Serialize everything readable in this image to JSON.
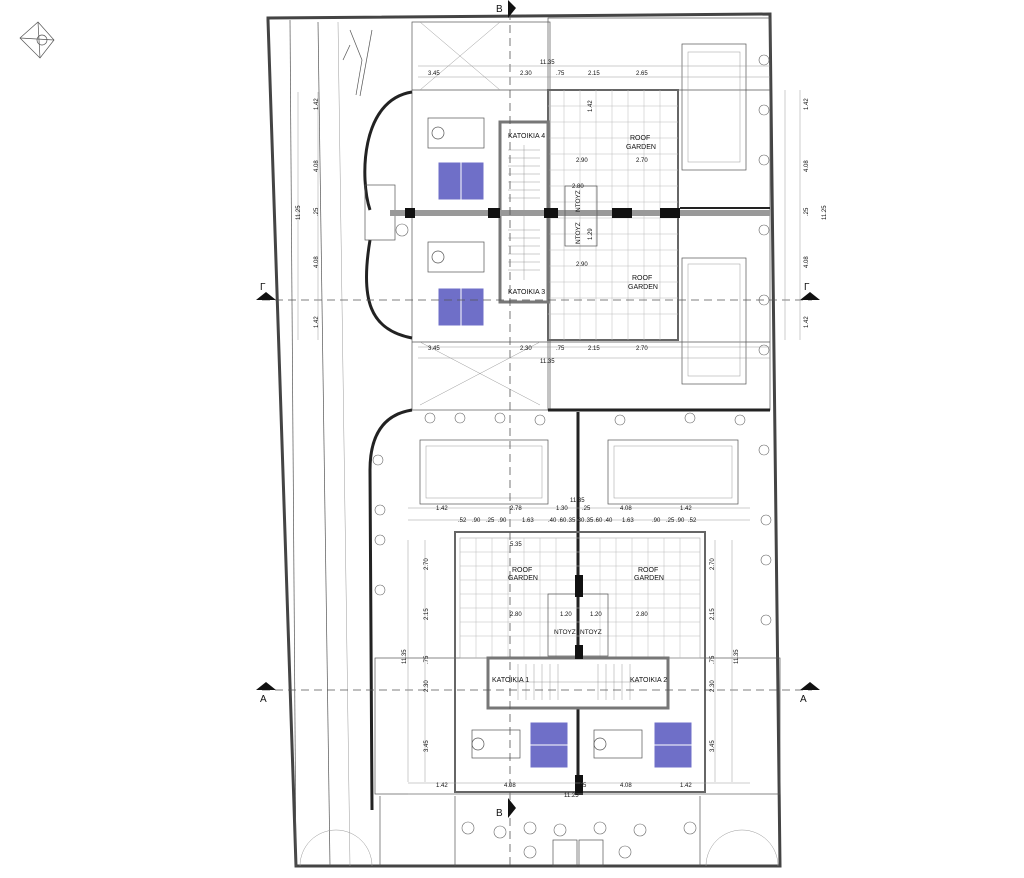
{
  "rooms": {
    "katoikia_4": "ΚΑΤΟΙΚΙΑ 4",
    "katoikia_3": "ΚΑΤΟΙΚΙΑ 3",
    "katoikia_1": "ΚΑΤΟΙΚΙΑ 1",
    "katoikia_2": "ΚΑΤΟΙΚΙΑ 2",
    "roof_word": "ROOF",
    "garden_word": "GARDEN",
    "shower": "ΝΤΟΥΖ"
  },
  "section_markers": {
    "A": "A",
    "B": "B",
    "G": "Γ"
  },
  "dimensions": {
    "top_total": "11.35",
    "top_row": [
      "3.45",
      "2.30",
      ".75",
      "2.15",
      "2.65"
    ],
    "mid_row": [
      "3.45",
      "2.30",
      ".75",
      "2.15",
      "2.70"
    ],
    "mid_total": "11.35",
    "lower_total": "11.35",
    "lower_row": [
      "1.42",
      "2.78",
      "1.30",
      ".25",
      "4.08",
      "1.42"
    ],
    "lower_row2": [
      ".52",
      ".90",
      ".25",
      ".90",
      "1.63",
      ".40",
      ".60",
      ".35",
      ".30",
      ".35",
      ".60",
      ".40",
      "1.63",
      ".90",
      ".25",
      ".90",
      ".52"
    ],
    "bottom_row": [
      "1.42",
      "4.08",
      ".25",
      "4.08",
      "1.42"
    ],
    "bottom_total": "11.25",
    "left_vertical": [
      "1.42",
      "4.08",
      ".25",
      "4.08",
      "1.42"
    ],
    "left_total": "11.25",
    "right_vertical": [
      "1.42",
      "4.08",
      ".25",
      "4.08",
      "1.42"
    ],
    "right_total": "11.25",
    "lower_left_vertical": [
      "2.70",
      "2.15",
      ".75",
      "2.30",
      "3.45"
    ],
    "lower_left_total": "11.35",
    "lower_right_vertical": [
      "2.70",
      "2.15",
      ".75",
      "2.30",
      "3.45"
    ],
    "lower_right_total": "11.35",
    "inner": {
      "d535": "5.35",
      "d280": "2.80",
      "d290": "2.90",
      "d270": "2.70",
      "d120": "1.20",
      "d142": "1.42",
      "d290b": "2.90",
      "d280b": "2.80",
      "d120b": "1.20",
      "d129": "1.29",
      "d280c": "2.80"
    }
  }
}
